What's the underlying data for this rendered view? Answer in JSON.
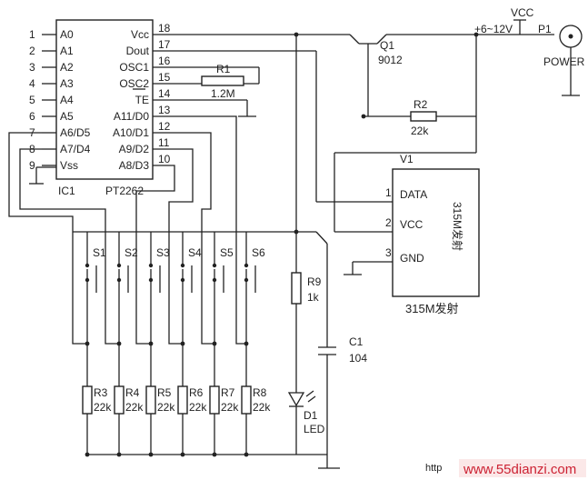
{
  "ic1": {
    "ref": "IC1",
    "part": "PT2262",
    "left_pins": [
      {
        "num": "1",
        "name": "A0"
      },
      {
        "num": "2",
        "name": "A1"
      },
      {
        "num": "3",
        "name": "A2"
      },
      {
        "num": "4",
        "name": "A3"
      },
      {
        "num": "5",
        "name": "A4"
      },
      {
        "num": "6",
        "name": "A5"
      },
      {
        "num": "7",
        "name": "A6/D5"
      },
      {
        "num": "8",
        "name": "A7/D4"
      },
      {
        "num": "9",
        "name": "Vss"
      }
    ],
    "right_pins": [
      {
        "num": "18",
        "name": "Vcc"
      },
      {
        "num": "17",
        "name": "Dout"
      },
      {
        "num": "16",
        "name": "OSC1"
      },
      {
        "num": "15",
        "name": "OSC2"
      },
      {
        "num": "14",
        "name": "TE"
      },
      {
        "num": "13",
        "name": "A11/D0"
      },
      {
        "num": "12",
        "name": "A10/D1"
      },
      {
        "num": "11",
        "name": "A9/D2"
      },
      {
        "num": "10",
        "name": "A8/D3"
      }
    ]
  },
  "r1": {
    "ref": "R1",
    "value": "1.2M"
  },
  "r2": {
    "ref": "R2",
    "value": "22k"
  },
  "q1": {
    "ref": "Q1",
    "part": "9012"
  },
  "power": {
    "voltage": "+6~12V",
    "vcc": "VCC",
    "ref": "P1",
    "label": "POWER"
  },
  "v1": {
    "ref": "V1",
    "pins": [
      {
        "num": "1",
        "name": "DATA"
      },
      {
        "num": "2",
        "name": "VCC"
      },
      {
        "num": "3",
        "name": "GND"
      }
    ],
    "inner_label": "315M发射",
    "caption": "315M发射"
  },
  "switches": [
    "S1",
    "S2",
    "S3",
    "S4",
    "S5",
    "S6"
  ],
  "pull_resistors": [
    {
      "ref": "R3",
      "value": "22k"
    },
    {
      "ref": "R4",
      "value": "22k"
    },
    {
      "ref": "R5",
      "value": "22k"
    },
    {
      "ref": "R6",
      "value": "22k"
    },
    {
      "ref": "R7",
      "value": "22k"
    },
    {
      "ref": "R8",
      "value": "22k"
    }
  ],
  "r9": {
    "ref": "R9",
    "value": "1k"
  },
  "c1": {
    "ref": "C1",
    "value": "104"
  },
  "d1": {
    "ref": "D1",
    "label": "LED"
  },
  "watermark": {
    "prefix": "http",
    "site": "www.55dianzi.com"
  }
}
